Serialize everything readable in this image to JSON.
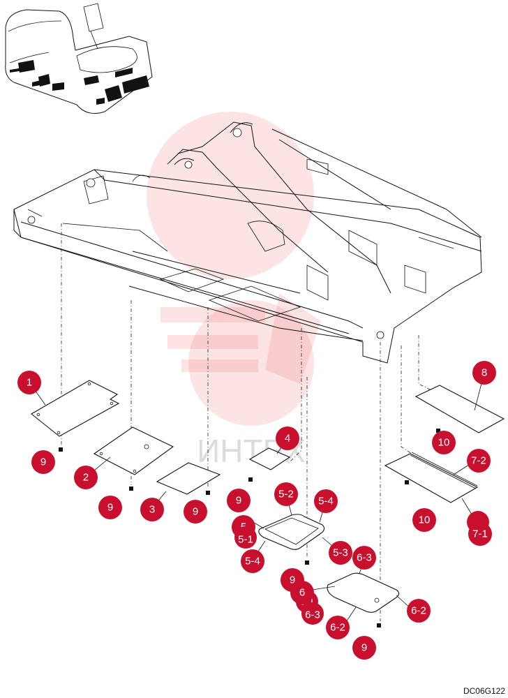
{
  "drawing_code": "DC06G122",
  "watermark": "ИНТЕХ",
  "colors": {
    "callout": "#c8102e",
    "callout_text": "#ffffff",
    "line": "#111111",
    "watermark": "#e8252b"
  },
  "callouts": [
    "1",
    "2",
    "3",
    "4",
    "5",
    "5-1",
    "5-2",
    "5-3",
    "5-4",
    "5-4",
    "6",
    "6-1",
    "6-2",
    "6-2",
    "6-3",
    "6-3",
    "7-1",
    "7-2",
    "8",
    "9",
    "9",
    "9",
    "9",
    "9",
    "9",
    "10",
    "10"
  ]
}
